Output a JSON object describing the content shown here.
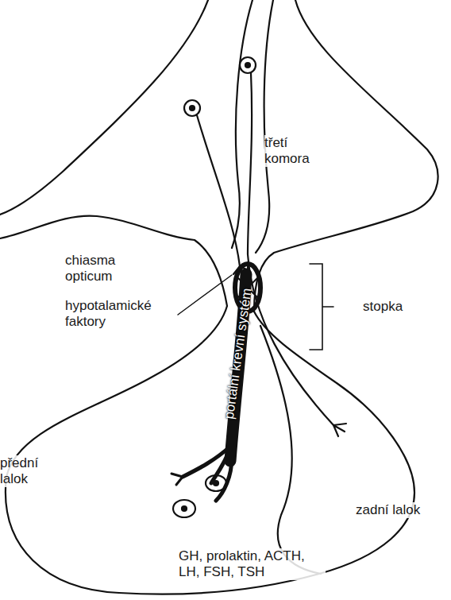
{
  "diagram": {
    "labels": [
      "třetí komora",
      "chiasma opticum",
      "hypotalamické faktory",
      "stopka",
      "portální krevní systém",
      "přední lalok",
      "zadní lalok",
      "GH, prolaktin, ACTH, LH, FSH, TSH"
    ]
  }
}
